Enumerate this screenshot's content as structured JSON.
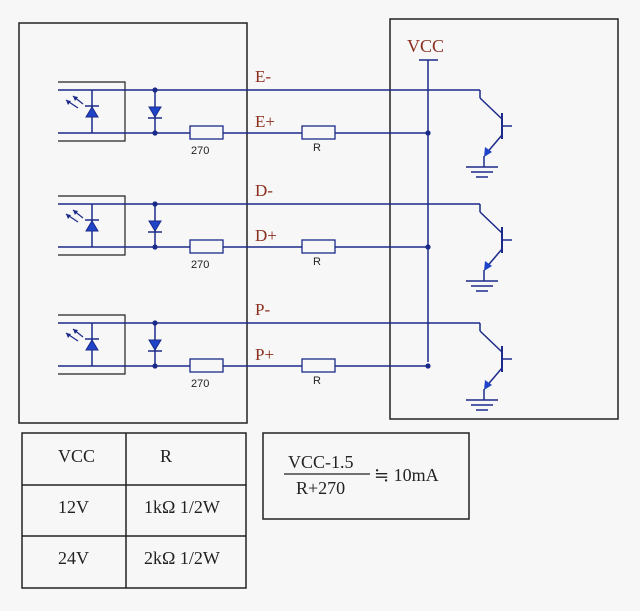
{
  "colors": {
    "wire": "#1b2a8a",
    "component": "#1b2a8a",
    "diode_fill": "#1f44c8",
    "label": "#8b2e1e",
    "frame": "#222222"
  },
  "vcc_label": "VCC",
  "channels": [
    {
      "neg": "E-",
      "pos": "E+",
      "r_input": "270",
      "r_ext": "R"
    },
    {
      "neg": "D-",
      "pos": "D+",
      "r_input": "270",
      "r_ext": "R"
    },
    {
      "neg": "P-",
      "pos": "P+",
      "r_input": "270",
      "r_ext": "R"
    }
  ],
  "table": {
    "header": [
      "VCC",
      "R"
    ],
    "rows": [
      [
        "12V",
        "1kΩ 1/2W"
      ],
      [
        "24V",
        "2kΩ 1/2W"
      ]
    ]
  },
  "formula": {
    "numerator": "VCC-1.5",
    "denominator": "R+270",
    "approx": "≒ 10mA"
  }
}
